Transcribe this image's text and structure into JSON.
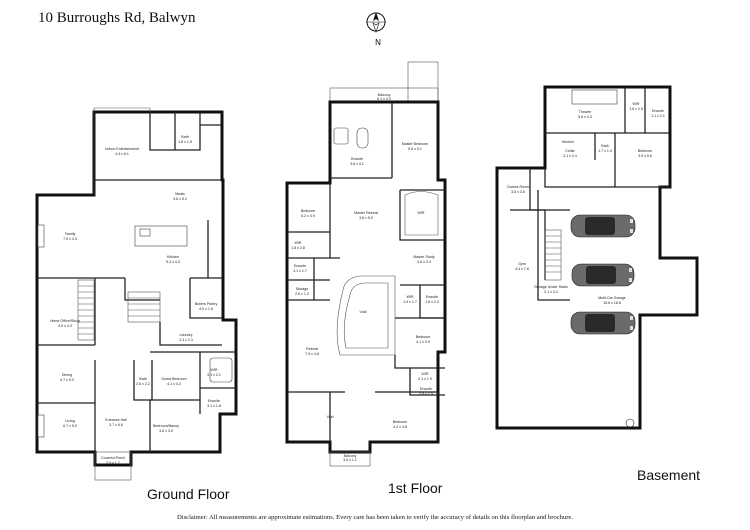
{
  "title": "10 Burroughs Rd, Balwyn",
  "compass_label": "N",
  "floors": [
    {
      "id": "ground",
      "label": "Ground Floor"
    },
    {
      "id": "first",
      "label": "1st Floor"
    },
    {
      "id": "basement",
      "label": "Basement"
    }
  ],
  "disclaimer": "Disclaimer: All measurements are approximate estimations. Every care has been taken to verify the accuracy of details on this floorplan and brochure.",
  "rooms": {
    "ground": {
      "alfresco": "Indoor Entertainment",
      "alfresco_size": "4.4 x 6.1",
      "bath": "Bath",
      "bath_size": "1.8 x 1.5",
      "meals": "Meals",
      "meals_size": "4.6 x 5.2",
      "family": "Family",
      "family_size": "7.0 x 4.3",
      "kitchen": "Kitchen",
      "kitchen_size": "5.3 x 4.3",
      "butlers": "Butlers Pantry",
      "butlers_size": "4.0 x 1.8",
      "office": "Home Office/Study",
      "office_size": "4.5 x 4.3",
      "laundry": "Laundry",
      "laundry_size": "3.3 x 2.3",
      "wir": "WIR",
      "wir_size": "3.1 x 2.1",
      "dining": "Dining",
      "dining_size": "4.7 x 5.0",
      "guest": "Guest Bedroom",
      "guest_size": "4.1 x 4.2",
      "ensuite": "Ensuite",
      "ensuite_size": "3.1 x 1.8",
      "bath2": "Bath",
      "bath2_size": "2.6 x 2.2",
      "living": "Living",
      "living_size": "6.7 x 5.0",
      "entrance": "Entrance Hall",
      "entrance_size": "3.7 x 6.6",
      "bed5": "Bedroom/Nanny",
      "bed5_size": "3.6 x 3.9",
      "porch": "Covered Porch",
      "porch_size": "3.9 x 1.7"
    },
    "first": {
      "balcony_top": "Balcony",
      "balcony_top_size": "6.1 x 4.0",
      "ensuite": "Ensuite",
      "ensuite_size": "3.6 x 4.1",
      "master": "Master Bedroom",
      "master_size": "5.8 x 5.1",
      "bedroom1": "Bedroom",
      "bedroom1_size": "5.2 x 4.9",
      "master_retreat": "Master Retreat",
      "master_retreat_size": "3.6 x 5.0",
      "wir": "WIR",
      "wir1": "WIR",
      "wir1_size": "1.8 x 2.8",
      "ensuite2": "Ensuite",
      "ensuite2_size": "3.1 x 1.7",
      "master_study": "Master Study",
      "master_study_size": "3.6 x 3.4",
      "storage": "Storage",
      "storage_size": "2.6 x 1.2",
      "void": "Void",
      "wir2": "WIR",
      "wir2_size": "1.9 x 1.7",
      "ensuite3": "Ensuite",
      "ensuite3_size": "1.8 x 2.3",
      "bedroom2": "Bedroom",
      "bedroom2_size": "4.1 x 3.9",
      "retreat": "Retreat",
      "retreat_size": "7.0 x 4.8",
      "wir3": "WIR",
      "wir3_size": "2.1 x 1.9",
      "ensuite4": "Ensuite",
      "ensuite4_size": "2.8 x 1.5",
      "void2": "Void",
      "bedroom3": "Bedroom",
      "bedroom3_size": "4.2 x 4.8",
      "balcony_bottom": "Balcony",
      "balcony_bottom_size": "3.5 x 1.1"
    },
    "basement": {
      "theatre": "Theatre",
      "theatre_size": "5.6 x 4.3",
      "wir": "WIR",
      "wir_size": "1.6 x 2.5",
      "ensuite": "Ensuite",
      "ensuite_size": "1.1 x 2.1",
      "kitchen": "Kitchen",
      "cellar": "Cellar",
      "cellar_size": "3.1 x 2.4",
      "bath": "Bath",
      "bath_size": "1.7 x 1.4",
      "bedroom": "Bedroom",
      "bedroom_size": "3.9 x 5.6",
      "games": "Games Room",
      "games_size": "3.8 x 3.6",
      "gym": "Gym",
      "gym_size": "4.4 x 7.6",
      "storage": "Storage Under Stairs",
      "storage_size": "2.1 x 3.3",
      "garage": "Multi-Car Garage",
      "garage_size": "15.6 x 18.8"
    }
  }
}
